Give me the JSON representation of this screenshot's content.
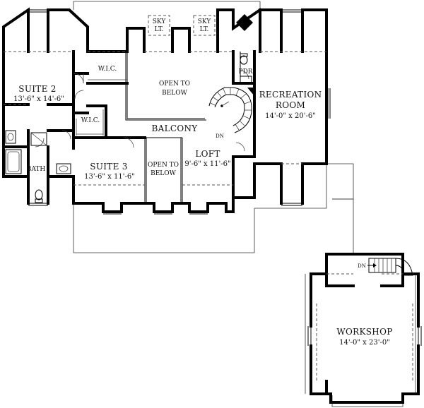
{
  "rooms": {
    "suite2": {
      "name": "SUITE 2",
      "dims": "13'-6\" x 14'-6\""
    },
    "wic_upper": {
      "name": "W.I.C."
    },
    "open_below_center": {
      "line1": "OPEN TO",
      "line2": "BELOW"
    },
    "skylight_left": {
      "line1": "SKY",
      "line2": "LT."
    },
    "skylight_right": {
      "line1": "SKY",
      "line2": "LT."
    },
    "pdr": {
      "name": "PDR."
    },
    "recreation": {
      "line1": "RECREATION",
      "line2": "ROOM",
      "dims": "14'-0\" x 20'-6\""
    },
    "wic_lower": {
      "name": "W.I.C."
    },
    "balcony": {
      "name": "BALCONY"
    },
    "stair_dn_main": {
      "name": "DN"
    },
    "bath": {
      "name": "BATH"
    },
    "suite3": {
      "name": "SUITE 3",
      "dims": "13'-6\" x 11'-6\""
    },
    "open_below_small": {
      "line1": "OPEN TO",
      "line2": "BELOW"
    },
    "loft": {
      "name": "LOFT",
      "dims": "9'-6\" x 11'-6\""
    },
    "stair_dn_workshop": {
      "name": "DN"
    },
    "workshop": {
      "name": "WORKSHOP",
      "dims": "14'-0\" x 23'-0\""
    }
  },
  "colors": {
    "wall": "#000000",
    "background": "#ffffff",
    "label": "#111111"
  }
}
